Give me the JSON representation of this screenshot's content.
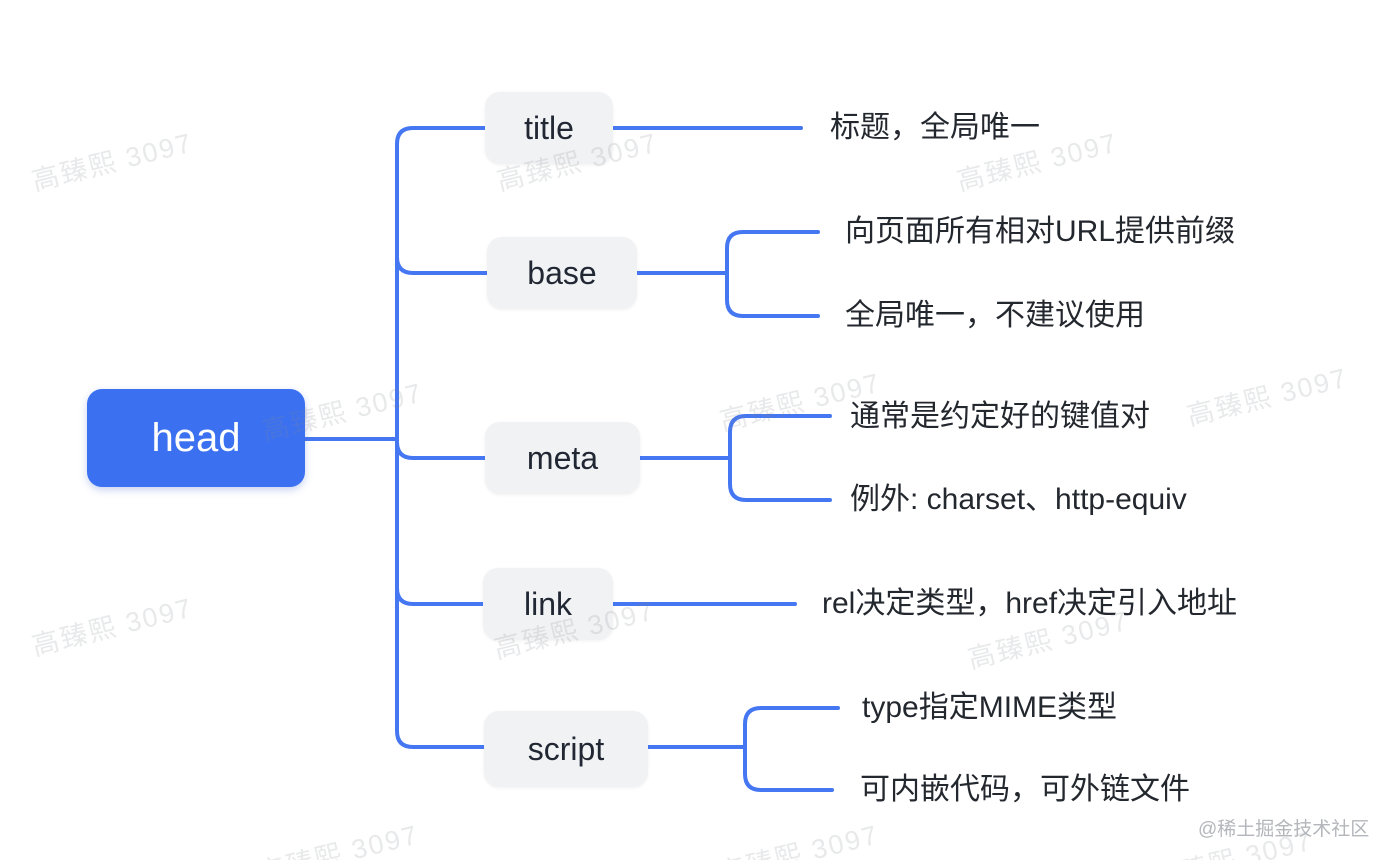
{
  "watermark": {
    "text": "高臻熙 3097",
    "credit": "@稀土掘金技术社区"
  },
  "colors": {
    "root_fill": "#3B71F1",
    "root_text": "#FFFFFF",
    "connector": "#4677F3",
    "child_fill": "#F1F2F4",
    "child_text": "#212833",
    "leaf_text": "#23272E",
    "watermark_text": "#E6E7E9",
    "credit_text": "#B3B6BB"
  },
  "mindmap": {
    "root": {
      "label": "head"
    },
    "children": [
      {
        "label": "title",
        "leaves": [
          "标题，全局唯一"
        ]
      },
      {
        "label": "base",
        "leaves": [
          "向页面所有相对URL提供前缀",
          "全局唯一，不建议使用"
        ]
      },
      {
        "label": "meta",
        "leaves": [
          "通常是约定好的键值对",
          "例外: charset、http-equiv"
        ]
      },
      {
        "label": "link",
        "leaves": [
          "rel决定类型，href决定引入地址"
        ]
      },
      {
        "label": "script",
        "leaves": [
          "type指定MIME类型",
          "可内嵌代码，可外链文件"
        ]
      }
    ]
  }
}
